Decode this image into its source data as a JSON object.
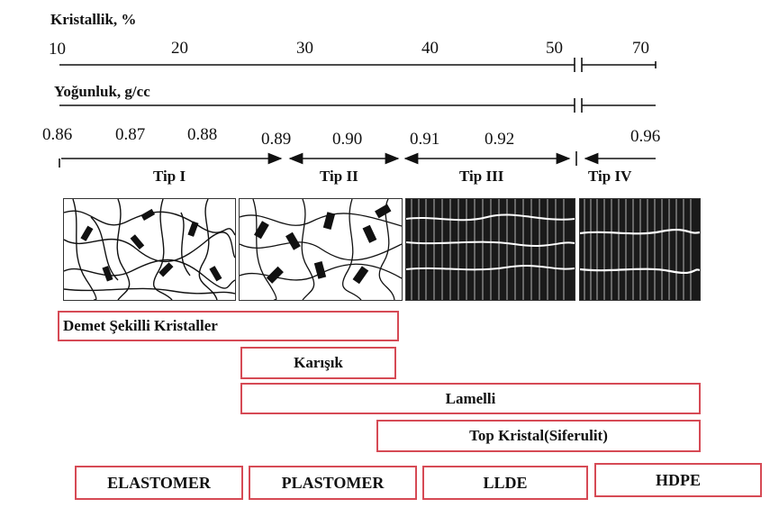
{
  "crystallinity": {
    "title": "Kristallik, %",
    "ticks": [
      "10",
      "20",
      "30",
      "40",
      "50",
      "70"
    ]
  },
  "density": {
    "title": "Yoğunluk, g/cc",
    "ticks": [
      "0.86",
      "0.87",
      "0.88",
      "0.89",
      "0.90",
      "0.91",
      "0.92",
      "0.96"
    ]
  },
  "types": [
    "Tip I",
    "Tip II",
    "Tip III",
    "Tip IV"
  ],
  "morphologies": [
    {
      "label": "Demet Şekilli Kristaller"
    },
    {
      "label": "Karışık"
    },
    {
      "label": "Lamelli"
    },
    {
      "label": "Top Kristal(Siferulit)"
    }
  ],
  "categories": [
    "ELASTOMER",
    "PLASTOMER",
    "LLDE",
    "HDPE"
  ],
  "colors": {
    "box_border": "#d64a55",
    "ink": "#111111"
  }
}
